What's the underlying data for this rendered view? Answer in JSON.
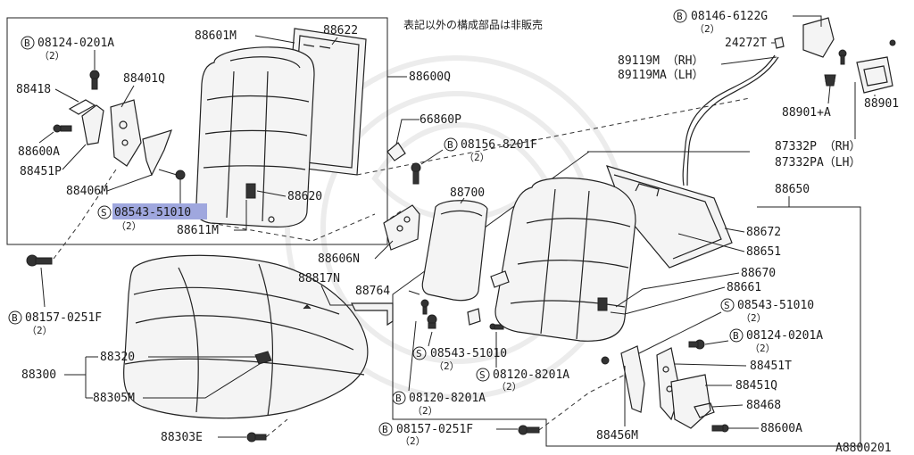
{
  "diagram": {
    "note": "表記以外の構成部品は非販売",
    "drawing_code": "A8800201",
    "parts": {
      "b08124_0201a_top": "08124-0201A",
      "b08124_0201a_top_qty": "（2）",
      "p88418": "88418",
      "p88401q": "88401Q",
      "p88600a_left": "88600A",
      "p88451p": "88451P",
      "p88406m": "88406M",
      "s08543_51010_left": "08543-51010",
      "s08543_51010_left_qty": "（2）",
      "p88611m": "88611M",
      "p88620": "88620",
      "p88601m": "88601M",
      "p88622": "88622",
      "p88600q": "88600Q",
      "p66860p": "66860P",
      "b08156_8201f": "08156-8201F",
      "b08156_8201f_qty": "（2）",
      "p88606n": "88606N",
      "p88700": "88700",
      "p88817n": "88817N",
      "p88764": "88764",
      "s08543_51010_mid": "08543-51010",
      "s08543_51010_mid_qty": "（2）",
      "s08120_8201a_mid": "08120-8201A",
      "s08120_8201a_mid_qty": "（2）",
      "b08120_8201a_low": "08120-8201A",
      "b08120_8201a_low_qty": "（2）",
      "b08157_0251f_low": "08157-0251F",
      "b08157_0251f_low_qty": "（2）",
      "b08157_0251f_left": "08157-0251F",
      "b08157_0251f_left_qty": "（2）",
      "p88300": "88300",
      "p88320": "88320",
      "p88305m": "88305M",
      "p88303e": "88303E",
      "b08146_6122g": "08146-6122G",
      "b08146_6122g_qty": "（2）",
      "p24272t": "24272T",
      "p89119m": "89119M （RH）",
      "p89119ma": "89119MA（LH）",
      "p88901": "88901",
      "p88901a": "88901+A",
      "p87332p": "87332P （RH）",
      "p87332pa": "87332PA（LH）",
      "p88650": "88650",
      "p88672": "88672",
      "p88651": "88651",
      "p88670": "88670",
      "p88661": "88661",
      "s08543_51010_right": "08543-51010",
      "s08543_51010_right_qty": "（2）",
      "b08124_0201a_right": "08124-0201A",
      "b08124_0201a_right_qty": "（2）",
      "p88451t": "88451T",
      "p88451q": "88451Q",
      "p88468": "88468",
      "p88600a_right": "88600A",
      "p88456m": "88456M"
    }
  }
}
